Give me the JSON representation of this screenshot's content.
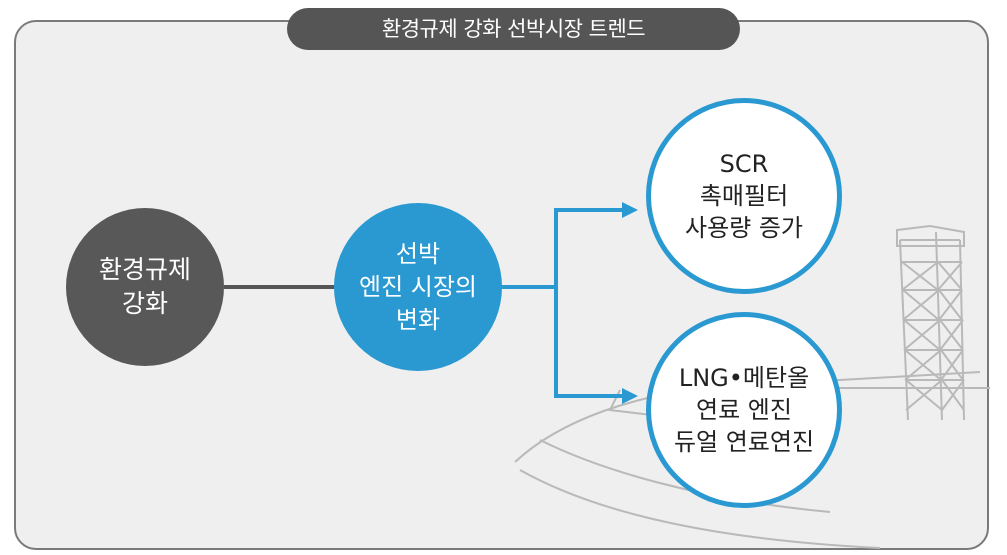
{
  "title": "환경규제 강화 선박시장 트렌드",
  "nodes": {
    "source": {
      "lines": [
        "환경규제",
        "강화"
      ]
    },
    "change": {
      "lines": [
        "선박",
        "엔진 시장의",
        "변화"
      ]
    },
    "outcome1": {
      "lines": [
        "SCR",
        "촉매필터",
        "사용량 증가"
      ]
    },
    "outcome2": {
      "lines": [
        "LNG•메탄올",
        "연료 엔진",
        "듀얼 연료연진"
      ]
    }
  },
  "colors": {
    "accent_blue": "#2a99d2",
    "dark_gray": "#585858",
    "panel_bg": "#efefef",
    "panel_border": "#7a7a7a"
  },
  "icons": {
    "background": "ship-outline-icon"
  }
}
